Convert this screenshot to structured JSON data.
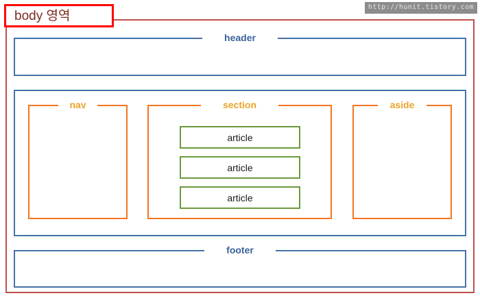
{
  "watermark": {
    "text": "http://hunit.tistory.com"
  },
  "body_label": {
    "text": "body 영역"
  },
  "colors": {
    "outer_frame_red": "#c0504d",
    "label_box_red": "#ff0000",
    "label_text_red": "#7c2b22",
    "blue_border": "#4472a8",
    "blue_text": "#3a6299",
    "orange_border": "#f4741f",
    "orange_text": "#eca42a",
    "green_border": "#6a9a3c",
    "article_text": "#1a1a1a",
    "watermark_band": "#8c8c8c",
    "watermark_text": "#e6e6e6",
    "page_background": "#ffffff"
  },
  "regions": {
    "header": {
      "label": "header"
    },
    "nav": {
      "label": "nav"
    },
    "section": {
      "label": "section"
    },
    "aside": {
      "label": "aside"
    },
    "footer": {
      "label": "footer"
    },
    "articles": [
      {
        "label": "article"
      },
      {
        "label": "article"
      },
      {
        "label": "article"
      }
    ]
  }
}
